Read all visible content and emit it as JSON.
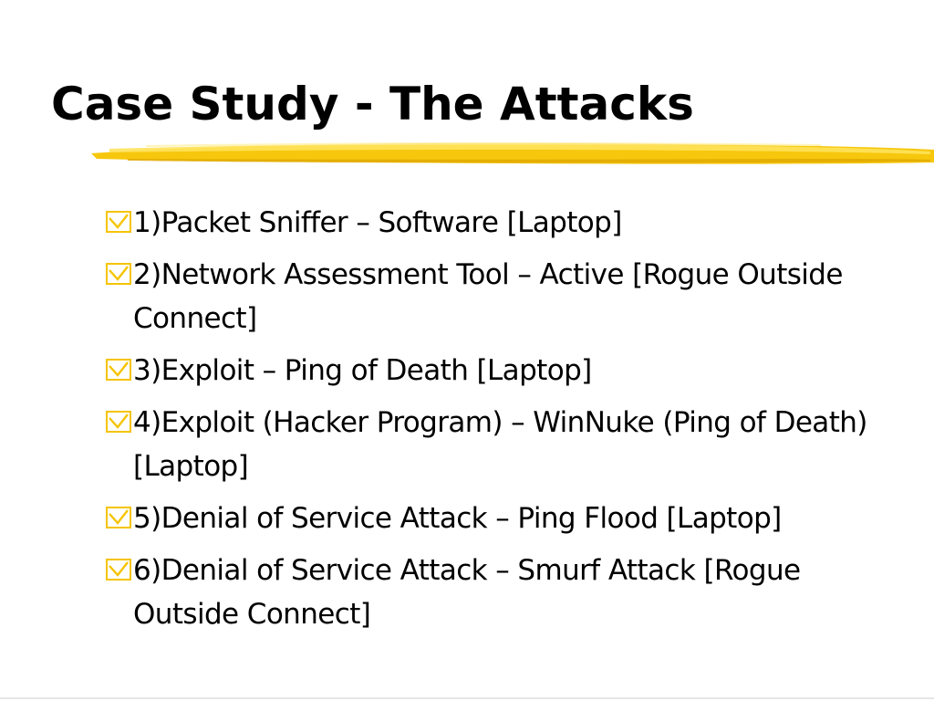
{
  "slide": {
    "title": "Case Study - The Attacks",
    "accent_color": "#f5c400",
    "bullet_icon": "checkbox-check-icon",
    "bullets": [
      "1)Packet Sniffer – Software [Laptop]",
      "2)Network Assessment Tool – Active [Rogue Outside Connect]",
      "3)Exploit – Ping of Death [Laptop]",
      "4)Exploit (Hacker Program) – WinNuke (Ping of Death) [Laptop]",
      "5)Denial of Service Attack – Ping Flood [Laptop]",
      "6)Denial of Service Attack – Smurf Attack [Rogue Outside Connect]"
    ]
  }
}
